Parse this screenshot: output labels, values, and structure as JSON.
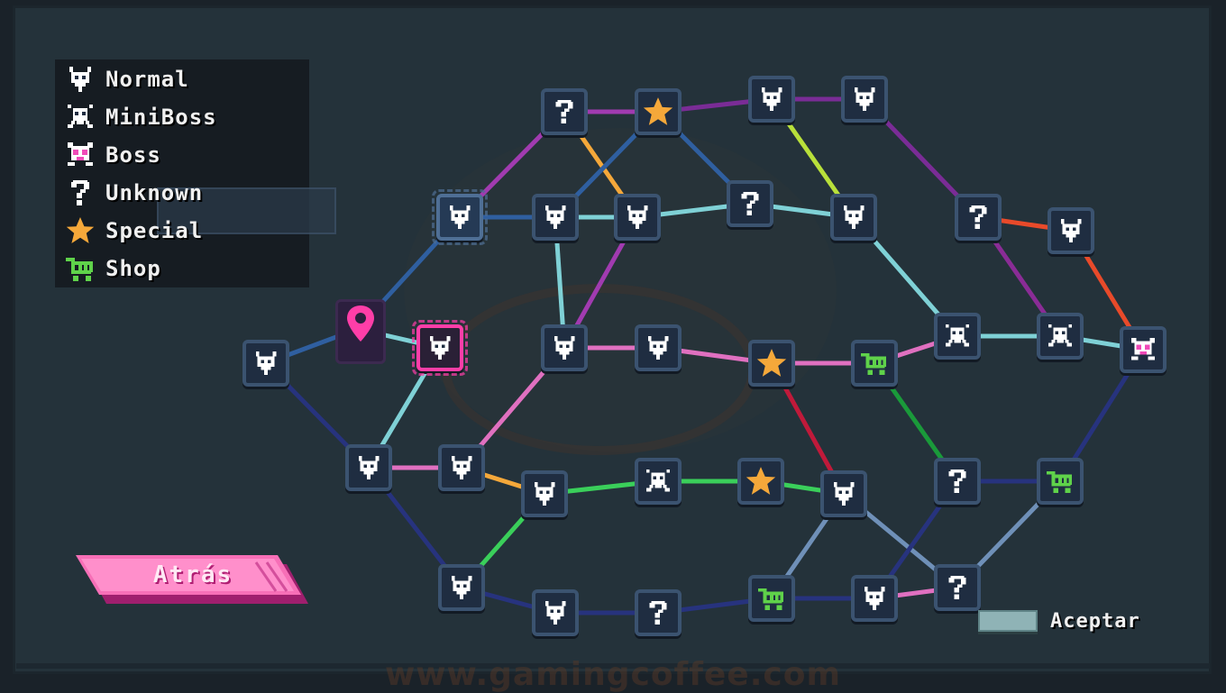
{
  "legend": {
    "items": [
      {
        "icon": "normal-enemy-icon",
        "label": "Normal"
      },
      {
        "icon": "miniboss-icon",
        "label": "MiniBoss"
      },
      {
        "icon": "boss-icon",
        "label": "Boss"
      },
      {
        "icon": "unknown-icon",
        "label": "Unknown"
      },
      {
        "icon": "special-star-icon",
        "label": "Special"
      },
      {
        "icon": "shop-cart-icon",
        "label": "Shop"
      }
    ]
  },
  "buttons": {
    "back_label": "Atrás",
    "accept_label": "Aceptar"
  },
  "watermark": "www.gamingcoffee.com",
  "colors": {
    "current_node": "#ff3ea8",
    "star": "#f5a83a",
    "shop": "#5fd24a",
    "boss_accent": "#f04ab8",
    "node_border": "#3b5370"
  },
  "map": {
    "nodes": [
      {
        "id": "n1",
        "type": "normal"
      },
      {
        "id": "pin",
        "type": "player"
      },
      {
        "id": "n2",
        "type": "normal",
        "state": "current"
      },
      {
        "id": "n3",
        "type": "normal",
        "state": "selected"
      },
      {
        "id": "n4",
        "type": "normal"
      },
      {
        "id": "n5",
        "type": "unknown"
      },
      {
        "id": "n6",
        "type": "special"
      },
      {
        "id": "n7",
        "type": "normal"
      },
      {
        "id": "n8",
        "type": "normal"
      },
      {
        "id": "n9",
        "type": "normal"
      },
      {
        "id": "n10",
        "type": "unknown"
      },
      {
        "id": "n11",
        "type": "normal"
      },
      {
        "id": "n12",
        "type": "unknown"
      },
      {
        "id": "n13",
        "type": "normal"
      },
      {
        "id": "n14",
        "type": "normal"
      },
      {
        "id": "n15",
        "type": "normal"
      },
      {
        "id": "n16",
        "type": "special"
      },
      {
        "id": "n17",
        "type": "shop"
      },
      {
        "id": "n18",
        "type": "miniboss"
      },
      {
        "id": "n19",
        "type": "normal"
      },
      {
        "id": "n20",
        "type": "boss"
      },
      {
        "id": "n21",
        "type": "normal"
      },
      {
        "id": "n22",
        "type": "normal"
      },
      {
        "id": "n23",
        "type": "normal"
      },
      {
        "id": "n24",
        "type": "miniboss"
      },
      {
        "id": "n25",
        "type": "special"
      },
      {
        "id": "n26",
        "type": "normal"
      },
      {
        "id": "n27",
        "type": "unknown"
      },
      {
        "id": "n28",
        "type": "shop"
      },
      {
        "id": "n29",
        "type": "normal"
      },
      {
        "id": "n30",
        "type": "normal"
      },
      {
        "id": "n31",
        "type": "unknown"
      },
      {
        "id": "n32",
        "type": "shop"
      },
      {
        "id": "n33",
        "type": "normal"
      },
      {
        "id": "n34",
        "type": "unknown"
      }
    ],
    "edges": [
      {
        "from": "n1",
        "to": "pin",
        "color": "#2f5fa0"
      },
      {
        "from": "n1",
        "to": "n21",
        "color": "#27337e"
      },
      {
        "from": "pin",
        "to": "n2",
        "color": "#7fd1d6"
      },
      {
        "from": "pin",
        "to": "n3",
        "color": "#2f5fa0"
      },
      {
        "from": "n2",
        "to": "n21",
        "color": "#7fd1d6"
      },
      {
        "from": "n3",
        "to": "n4",
        "color": "#2f5fa0"
      },
      {
        "from": "n3",
        "to": "n5",
        "color": "#a13bb0"
      },
      {
        "from": "n4",
        "to": "n7",
        "color": "#7fd1d6"
      },
      {
        "from": "n4",
        "to": "n13",
        "color": "#7fd1d6"
      },
      {
        "from": "n5",
        "to": "n6",
        "color": "#a13bb0"
      },
      {
        "from": "n5",
        "to": "n7",
        "color": "#f5a83a"
      },
      {
        "from": "n6",
        "to": "n4",
        "color": "#2f5fa0"
      },
      {
        "from": "n6",
        "to": "n8",
        "color": "#7a2c96"
      },
      {
        "from": "n6",
        "to": "n10",
        "color": "#2f5fa0"
      },
      {
        "from": "n8",
        "to": "n9",
        "color": "#7a2c96"
      },
      {
        "from": "n8",
        "to": "n11",
        "color": "#b8e03a"
      },
      {
        "from": "n9",
        "to": "n12",
        "color": "#7a2c96"
      },
      {
        "from": "n7",
        "to": "n10",
        "color": "#7fd1d6"
      },
      {
        "from": "n7",
        "to": "n13",
        "color": "#a13bb0"
      },
      {
        "from": "n10",
        "to": "n11",
        "color": "#7fd1d6"
      },
      {
        "from": "n11",
        "to": "n18",
        "color": "#7fd1d6"
      },
      {
        "from": "n12",
        "to": "n19",
        "color": "#e84a2a"
      },
      {
        "from": "n12",
        "to": "n24",
        "color": "#8a2c96"
      },
      {
        "from": "n19",
        "to": "n20",
        "color": "#e84a2a"
      },
      {
        "from": "n13",
        "to": "n14",
        "color": "#e070c0"
      },
      {
        "from": "n13",
        "to": "n22",
        "color": "#e070c0"
      },
      {
        "from": "n14",
        "to": "n16",
        "color": "#e070c0"
      },
      {
        "from": "n16",
        "to": "n17",
        "color": "#e070c0"
      },
      {
        "from": "n16",
        "to": "n26",
        "color": "#c01a3a"
      },
      {
        "from": "n17",
        "to": "n18",
        "color": "#e070c0"
      },
      {
        "from": "n17",
        "to": "n27",
        "color": "#1a9a3a"
      },
      {
        "from": "n18",
        "to": "n24",
        "color": "#7fd1d6"
      },
      {
        "from": "n24",
        "to": "n20",
        "color": "#7fd1d6"
      },
      {
        "from": "n20",
        "to": "n28",
        "color": "#27337e"
      },
      {
        "from": "n21",
        "to": "n22",
        "color": "#e070c0"
      },
      {
        "from": "n21",
        "to": "n29",
        "color": "#27337e"
      },
      {
        "from": "n22",
        "to": "n23",
        "color": "#f5a83a"
      },
      {
        "from": "n23",
        "to": "n25b",
        "color": "#3acf5a"
      },
      {
        "from": "n23",
        "to": "n29",
        "color": "#3acf5a"
      },
      {
        "from": "n25b",
        "to": "n25",
        "color": "#3acf5a"
      },
      {
        "from": "n25",
        "to": "n26",
        "color": "#3acf5a"
      },
      {
        "from": "n26",
        "to": "n32",
        "color": "#6f90b8"
      },
      {
        "from": "n26",
        "to": "n34",
        "color": "#6f90b8"
      },
      {
        "from": "n27",
        "to": "n28",
        "color": "#27337e"
      },
      {
        "from": "n27",
        "to": "n33",
        "color": "#27337e"
      },
      {
        "from": "n28",
        "to": "n34",
        "color": "#6f90b8"
      },
      {
        "from": "n29",
        "to": "n30",
        "color": "#27337e"
      },
      {
        "from": "n30",
        "to": "n31",
        "color": "#27337e"
      },
      {
        "from": "n31",
        "to": "n32",
        "color": "#27337e"
      },
      {
        "from": "n32",
        "to": "n33",
        "color": "#27337e"
      },
      {
        "from": "n33",
        "to": "n34",
        "color": "#e070c0"
      }
    ]
  }
}
